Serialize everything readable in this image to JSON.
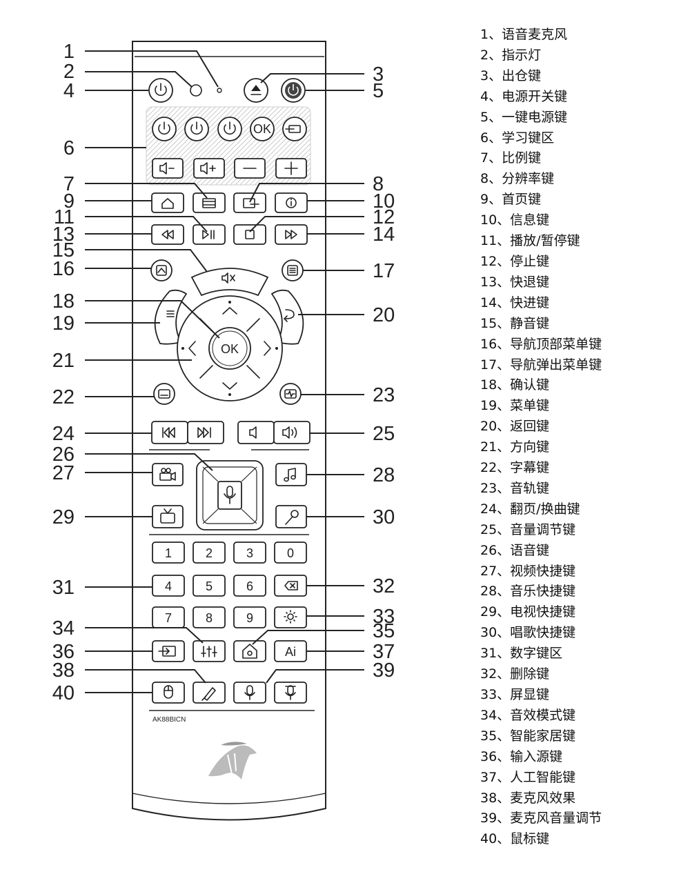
{
  "model_label": "AK88BICN",
  "ok_label": "OK",
  "ai_label": "Ai",
  "digit_keys": [
    "1",
    "2",
    "3",
    "0",
    "4",
    "5",
    "6",
    "7",
    "8",
    "9"
  ],
  "callout_numbers": [
    "1",
    "2",
    "3",
    "4",
    "5",
    "6",
    "7",
    "8",
    "9",
    "10",
    "11",
    "12",
    "13",
    "14",
    "15",
    "16",
    "17",
    "18",
    "19",
    "20",
    "21",
    "22",
    "23",
    "24",
    "25",
    "26",
    "27",
    "28",
    "29",
    "30",
    "31",
    "32",
    "33",
    "34",
    "35",
    "36",
    "37",
    "38",
    "39",
    "40"
  ],
  "legend": [
    "1、语音麦克风",
    "2、指示灯",
    "3、出仓键",
    "4、电源开关键",
    "5、一键电源键",
    "6、学习键区",
    "7、比例键",
    "8、分辨率键",
    "9、首页键",
    "10、信息键",
    "11、播放/暂停键",
    "12、停止键",
    "13、快退键",
    "14、快进键",
    "15、静音键",
    "16、导航顶部菜单键",
    "17、导航弹出菜单键",
    "18、确认键",
    "19、菜单键",
    "20、返回键",
    "21、方向键",
    "22、字幕键",
    "23、音轨键",
    "24、翻页/换曲键",
    "25、音量调节键",
    "26、语音键",
    "27、视频快捷键",
    "28、音乐快捷键",
    "29、电视快捷键",
    "30、唱歌快捷键",
    "31、数字键区",
    "32、删除键",
    "33、屏显键",
    "34、音效模式键",
    "35、智能家居键",
    "36、输入源键",
    "37、人工智能键",
    "38、麦克风效果",
    "39、麦克风音量调节",
    "40、鼠标键"
  ]
}
